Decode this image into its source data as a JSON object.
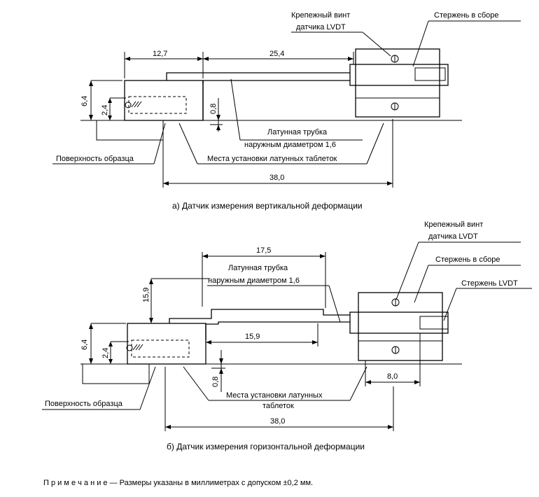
{
  "diagram_a": {
    "label_screw": "Крепежный винт",
    "label_screw2": "датчика LVDT",
    "label_rod": "Стержень в сборе",
    "dim_12_7": "12,7",
    "dim_25_4": "25,4",
    "dim_6_4": "6,4",
    "dim_2_4": "2,4",
    "dim_0_8": "0,8",
    "label_tube1": "Латунная трубка",
    "label_tube2": "наружным диаметром 1,6",
    "label_surface": "Поверхность образца",
    "label_tablets": "Места установки латунных таблеток",
    "dim_38": "38,0",
    "caption": "а) Датчик измерения вертикальной деформации"
  },
  "diagram_b": {
    "label_screw": "Крепежный винт",
    "label_screw2": "датчика LVDT",
    "dim_17_5": "17,5",
    "label_tube1": "Латунная трубка",
    "label_tube2": "наружным диаметром 1,6",
    "label_rod": "Стержень в сборе",
    "label_lvdt_rod": "Стержень LVDT",
    "dim_15_9_v": "15,9",
    "dim_15_9_h": "15,9",
    "dim_6_4": "6,4",
    "dim_2_4": "2,4",
    "dim_0_8": "0,8",
    "dim_8_0": "8,0",
    "label_tablets1": "Места установки латунных",
    "label_tablets2": "таблеток",
    "label_surface": "Поверхность образца",
    "dim_38": "38,0",
    "caption": "б) Датчик измерения горизонтальной деформации"
  },
  "note": {
    "prefix": "П р и м е ч а н и е",
    "text": " — Размеры указаны в миллиметрах с допуском ±0,2 мм."
  }
}
